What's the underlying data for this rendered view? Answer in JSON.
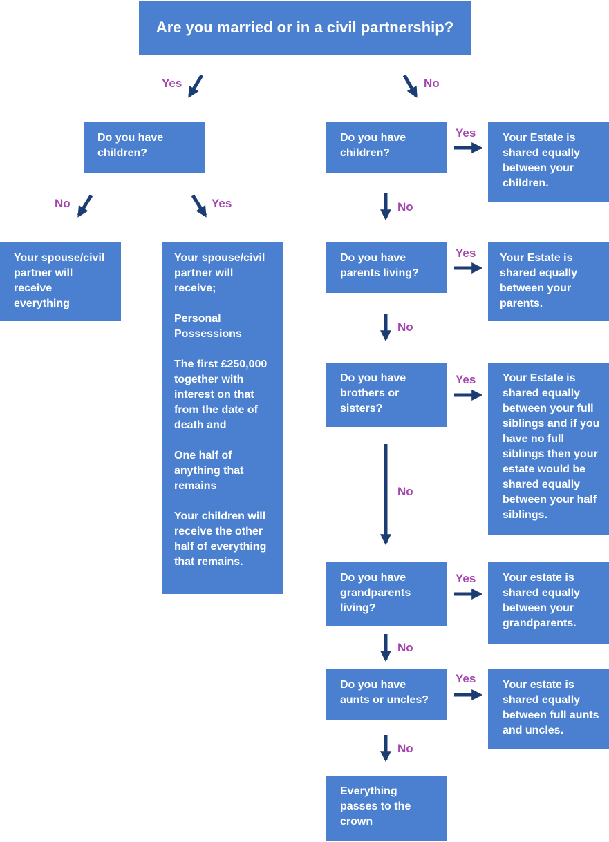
{
  "title": "Are you married or in a civil partnership?",
  "labels": {
    "yes": "Yes",
    "no": "No"
  },
  "married": {
    "q_children": "Do you have children?",
    "no_children_outcome": "Your spouse/civil partner will receive everything",
    "with_children_outcome": [
      "Your spouse/civil partner will receive;",
      "Personal Possessions",
      "The first £250,000 together with interest on that from the date of death and",
      "One half of anything that remains",
      "Your children will receive the other half of everything that remains."
    ]
  },
  "unmarried": {
    "q_children": "Do you have children?",
    "a_children": "Your Estate is shared equally between your children.",
    "q_parents": "Do you have parents living?",
    "a_parents": "Your Estate is shared equally between your parents.",
    "q_siblings": "Do you have brothers or sisters?",
    "a_siblings": "Your Estate is shared equally between your full siblings and if you have no full siblings then your estate would be shared equally between your half siblings.",
    "q_grandparents": "Do you have grandparents living?",
    "a_grandparents": "Your estate is shared equally between your grandparents.",
    "q_aunts": "Do you have aunts or uncles?",
    "a_aunts": "Your estate is shared equally between full aunts and uncles.",
    "final": "Everything passes to the crown"
  },
  "colors": {
    "box": "#4a80cf",
    "arrow": "#1c3d73",
    "label": "#a545b0"
  }
}
